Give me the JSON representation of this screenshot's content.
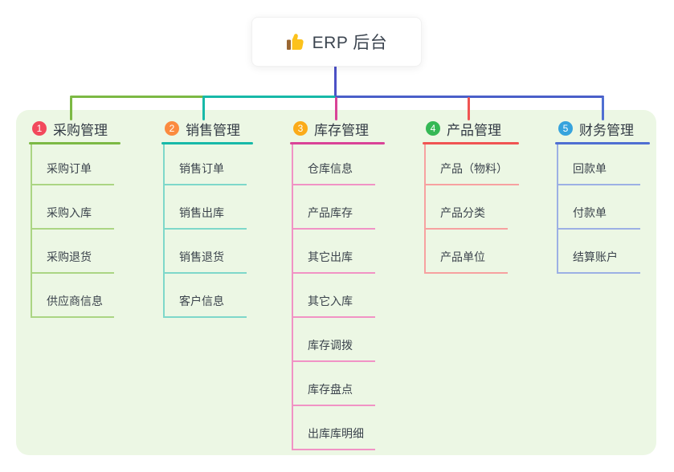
{
  "root": {
    "label": "ERP 后台",
    "icon": "thumbs-up-icon"
  },
  "colors": {
    "canvas_bg": "#ffffff",
    "panel_bg": "#ecf7e4",
    "root_line": "#4c51c6",
    "bus_right": "#4a5fc9",
    "root_text": "#3c4550",
    "thumb_hand": "#fcc21c",
    "thumb_cuff": "#9a6733"
  },
  "branches": [
    {
      "num": "1",
      "label": "采购管理",
      "badge_color": "#f2495c",
      "line_color": "#7cb944",
      "child_line_color": "#abd583",
      "children": [
        "采购订单",
        "采购入库",
        "采购退货",
        "供应商信息"
      ]
    },
    {
      "num": "2",
      "label": "销售管理",
      "badge_color": "#fb8b3f",
      "line_color": "#17b9a8",
      "child_line_color": "#7ed8ca",
      "children": [
        "销售订单",
        "销售出库",
        "销售退货",
        "客户信息"
      ]
    },
    {
      "num": "3",
      "label": "库存管理",
      "badge_color": "#fbab19",
      "line_color": "#d94397",
      "child_line_color": "#f193c5",
      "children": [
        "仓库信息",
        "产品库存",
        "其它出库",
        "其它入库",
        "库存调拨",
        "库存盘点",
        "出库库明细"
      ]
    },
    {
      "num": "4",
      "label": "产品管理",
      "badge_color": "#35b855",
      "line_color": "#f05452",
      "child_line_color": "#f7a1a0",
      "children": [
        "产品（物料）",
        "产品分类",
        "产品单位"
      ]
    },
    {
      "num": "5",
      "label": "财务管理",
      "badge_color": "#36a3dd",
      "line_color": "#4f6fd2",
      "child_line_color": "#9cb0e4",
      "children": [
        "回款单",
        "付款单",
        "结算账户"
      ]
    }
  ]
}
